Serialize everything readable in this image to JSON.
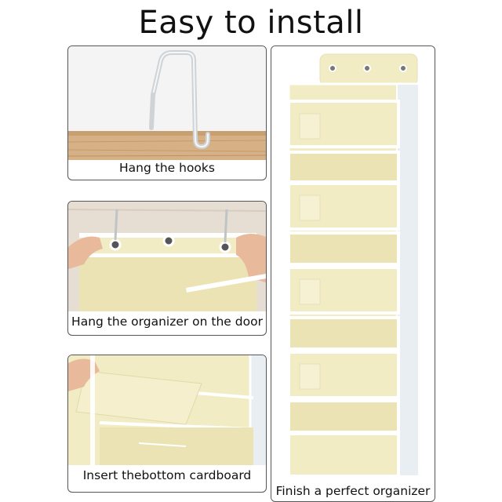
{
  "title": "Easy to install",
  "steps": [
    {
      "caption": "Hang the hooks"
    },
    {
      "caption": "Hang the organizer on the door"
    },
    {
      "caption": "Insert thebottom cardboard"
    },
    {
      "caption": "Finish a perfect organizer"
    }
  ],
  "colors": {
    "fabric": "#f2ecc4",
    "fabric_shadow": "#e2d9a6",
    "trim": "#ffffff",
    "mesh": "#e9eef2",
    "wood": "#d8b48c",
    "wall": "#e9e7e2",
    "frame": "#555555"
  }
}
